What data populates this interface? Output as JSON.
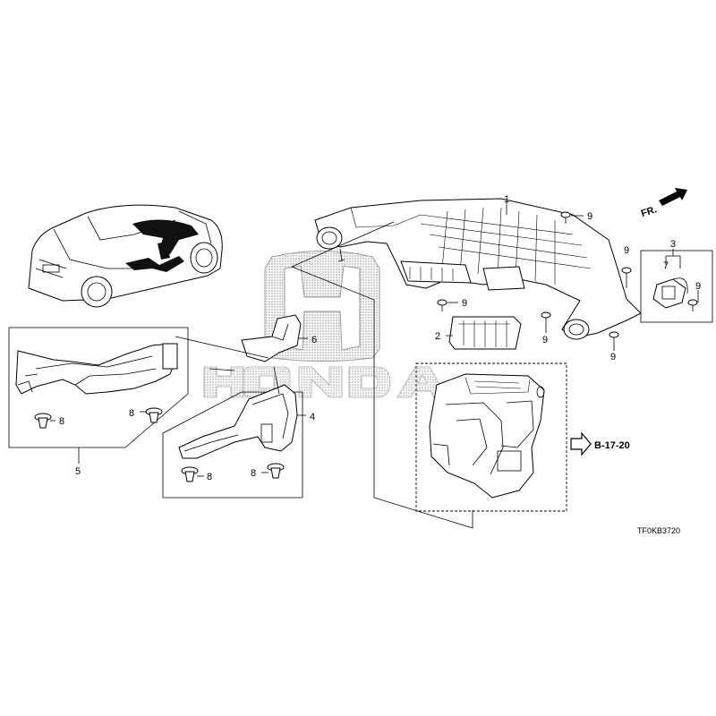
{
  "watermark": {
    "brand": "HONDA"
  },
  "orientation": {
    "label": "FR."
  },
  "reference": {
    "label": "B-17-20"
  },
  "diagram_code": "TF0KB3720",
  "part_callouts": {
    "p1": "1",
    "p2": "2",
    "p3": "3",
    "p4": "4",
    "p5": "5",
    "p6": "6",
    "p7": "7",
    "p8a": "8",
    "p8b": "8",
    "p8c": "8",
    "p8d": "8",
    "p9a": "9",
    "p9b": "9",
    "p9c": "9",
    "p9d": "9",
    "p9e": "9",
    "p9f": "9"
  }
}
